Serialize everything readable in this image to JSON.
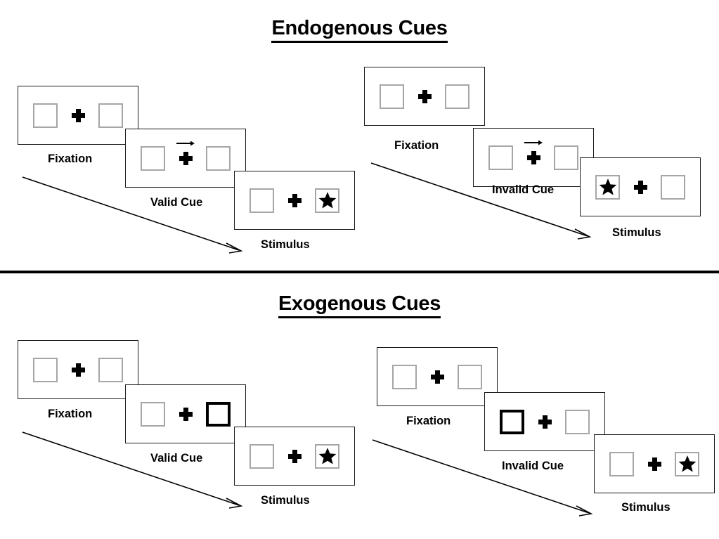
{
  "sections": [
    {
      "id": "endogenous",
      "title": "Endogenous Cues",
      "groups": [
        {
          "id": "endogenous-valid",
          "panels": [
            {
              "caption": "Fixation",
              "cue": "none",
              "arrow": false,
              "target": "none"
            },
            {
              "caption": "Valid Cue",
              "cue": "none",
              "arrow": true,
              "target": "none"
            },
            {
              "caption": "Stimulus",
              "cue": "none",
              "arrow": false,
              "target": "right"
            }
          ]
        },
        {
          "id": "endogenous-invalid",
          "panels": [
            {
              "caption": "Fixation",
              "cue": "none",
              "arrow": false,
              "target": "none"
            },
            {
              "caption": "Invalid Cue",
              "cue": "none",
              "arrow": true,
              "target": "none"
            },
            {
              "caption": "Stimulus",
              "cue": "none",
              "arrow": false,
              "target": "left"
            }
          ]
        }
      ]
    },
    {
      "id": "exogenous",
      "title": "Exogenous Cues",
      "groups": [
        {
          "id": "exogenous-valid",
          "panels": [
            {
              "caption": "Fixation",
              "cue": "none",
              "arrow": false,
              "target": "none"
            },
            {
              "caption": "Valid Cue",
              "cue": "right",
              "arrow": false,
              "target": "none"
            },
            {
              "caption": "Stimulus",
              "cue": "none",
              "arrow": false,
              "target": "right"
            }
          ]
        },
        {
          "id": "exogenous-invalid",
          "panels": [
            {
              "caption": "Fixation",
              "cue": "none",
              "arrow": false,
              "target": "none"
            },
            {
              "caption": "Invalid Cue",
              "cue": "left",
              "arrow": false,
              "target": "none"
            },
            {
              "caption": "Stimulus",
              "cue": "none",
              "arrow": false,
              "target": "right"
            }
          ]
        }
      ]
    }
  ],
  "colors": {
    "box_border": "#a6a6a6",
    "cued_box_border": "#000000",
    "panel_border": "#1a1a1a",
    "ink": "#000000",
    "background": "#ffffff"
  },
  "labels": {
    "endogenous_title": "Endogenous Cues",
    "exogenous_title": "Exogenous Cues",
    "fixation": "Fixation",
    "valid_cue": "Valid Cue",
    "invalid_cue": "Invalid Cue",
    "stimulus": "Stimulus"
  }
}
